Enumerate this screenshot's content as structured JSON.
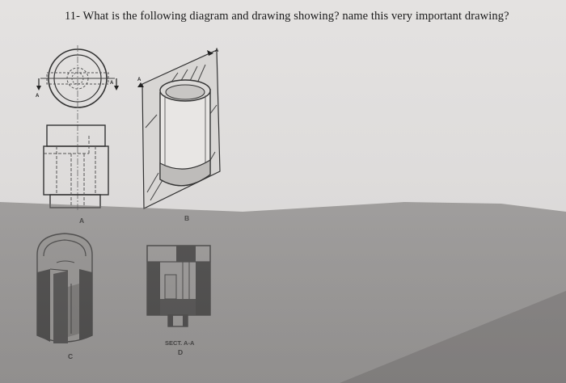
{
  "question": "11- What is the following diagram and drawing showing? name this very important drawing?",
  "figures": {
    "a": {
      "label": "A",
      "cut_mark": "A"
    },
    "b": {
      "label": "B",
      "cut_mark": "A"
    },
    "c": {
      "label": "C"
    },
    "d": {
      "label": "D",
      "section_title": "SECT. A-A"
    }
  }
}
